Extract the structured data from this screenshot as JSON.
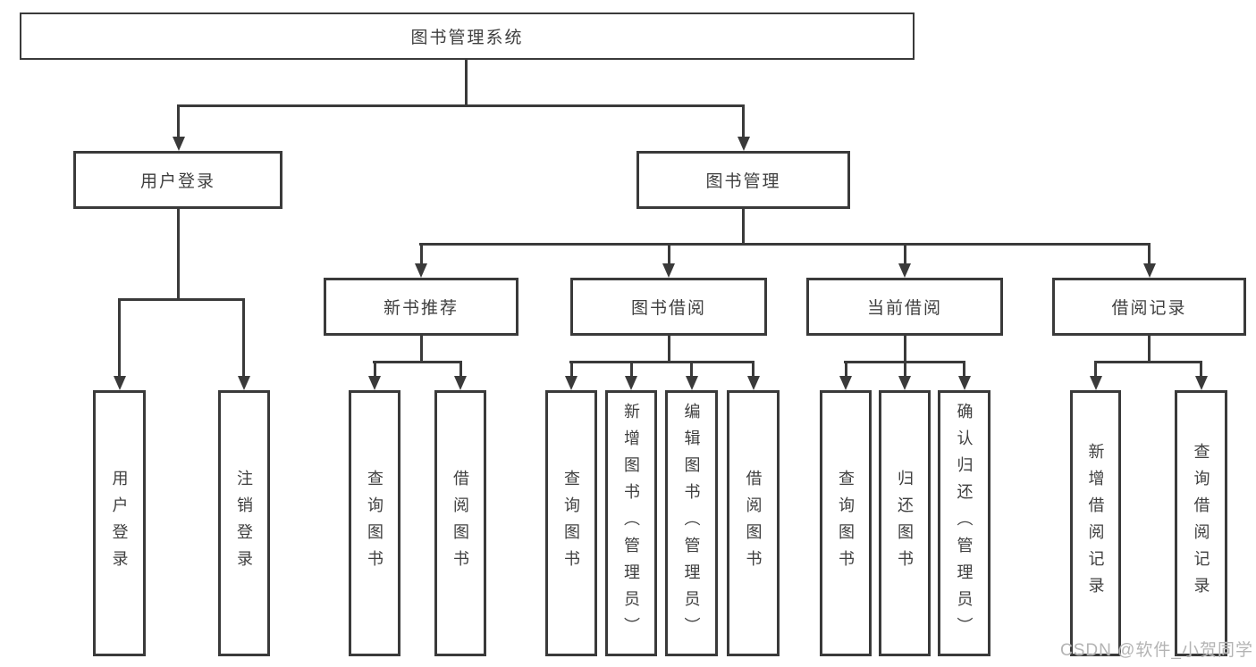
{
  "root": {
    "label": "图书管理系统"
  },
  "branches": [
    {
      "label": "用户登录",
      "leaves": [
        "用户登录",
        "注销登录"
      ]
    },
    {
      "label": "图书管理",
      "children": [
        {
          "label": "新书推荐",
          "leaves": [
            "查询图书",
            "借阅图书"
          ]
        },
        {
          "label": "图书借阅",
          "leaves": [
            "查询图书",
            "新增图书（管理员）",
            "编辑图书（管理员）",
            "借阅图书"
          ]
        },
        {
          "label": "当前借阅",
          "leaves": [
            "查询图书",
            "归还图书",
            "确认归还（管理员）"
          ]
        },
        {
          "label": "借阅记录",
          "leaves": [
            "新增借阅记录",
            "查询借阅记录"
          ]
        }
      ]
    }
  ],
  "watermark": "CSDN @软件_小贺同学",
  "colors": {
    "line": "#3a3a3a",
    "text": "#3f3f3f",
    "background": "#ffffff",
    "watermark": "#b4b4b4"
  }
}
